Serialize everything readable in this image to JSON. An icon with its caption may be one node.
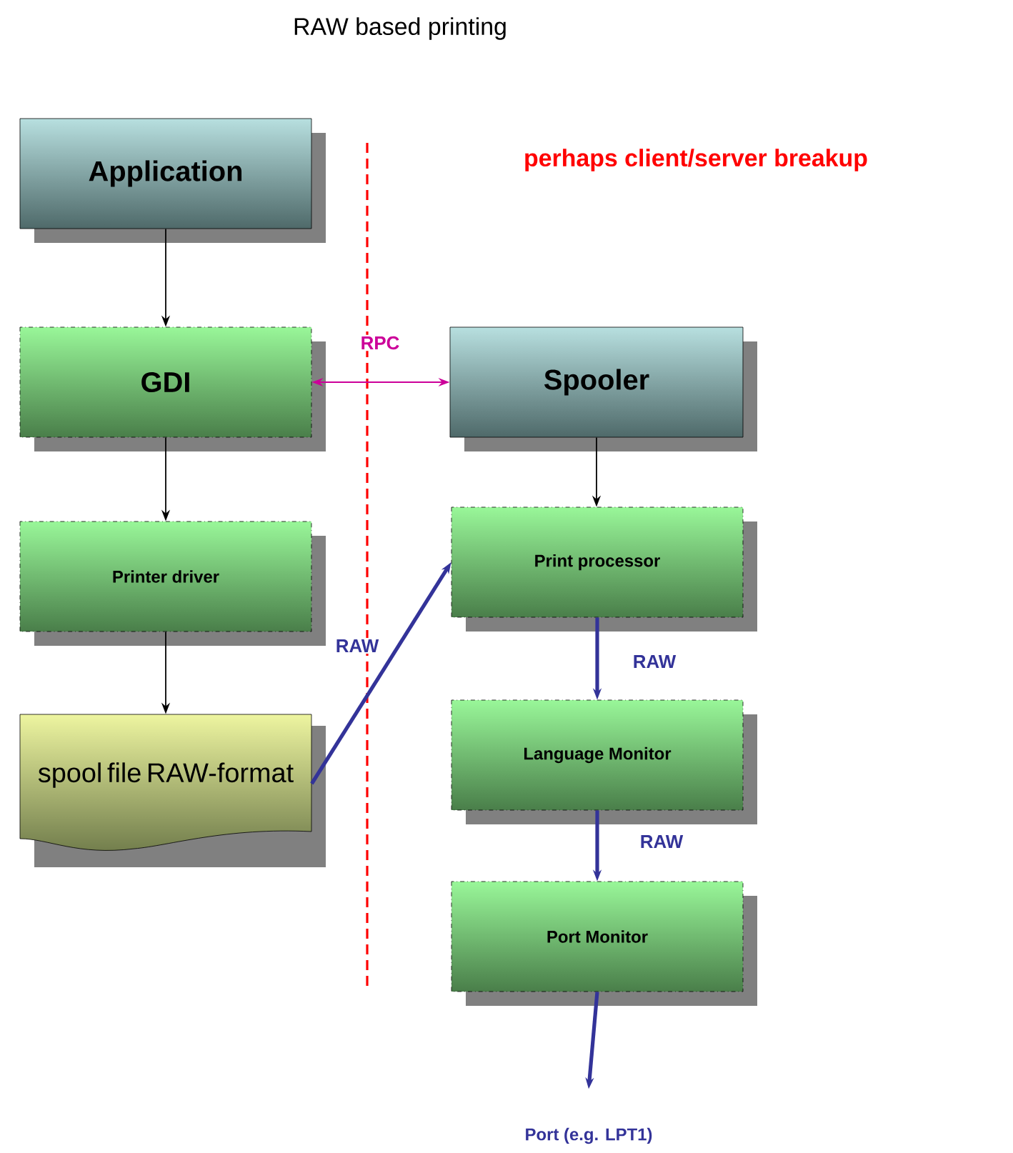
{
  "diagram": {
    "title": "RAW based printing",
    "nodes": [
      {
        "text": [
          "Application"
        ]
      },
      {
        "text": [
          "GDI"
        ]
      },
      {
        "text": [
          "Printer driver"
        ]
      },
      {
        "text": [
          "spool file RAW-format"
        ]
      },
      {
        "text": [
          "Spooler"
        ]
      },
      {
        "text": [
          "Print processor"
        ]
      },
      {
        "text": [
          "Language Monitor"
        ]
      },
      {
        "text": [
          "Port Monitor"
        ]
      },
      {
        "text": [
          "Port (e.g. LPT1)"
        ]
      }
    ],
    "edges": [
      {
        "from": 0,
        "to": 1,
        "arrow": "to"
      },
      {
        "from": 1,
        "to": 2,
        "arrow": "to"
      },
      {
        "from": 2,
        "to": 3,
        "arrow": "to"
      },
      {
        "from": 1,
        "to": 4,
        "arrow": "both",
        "label": "RPC",
        "color": "#cc0099"
      },
      {
        "from": 3,
        "to": 5,
        "arrow": "to",
        "label": "RAW",
        "style": "thick",
        "color": "#333399"
      },
      {
        "from": 4,
        "to": 5,
        "arrow": "to"
      },
      {
        "from": 5,
        "to": 6,
        "arrow": "to",
        "label": "RAW",
        "style": "thick",
        "color": "#333399"
      },
      {
        "from": 6,
        "to": 7,
        "arrow": "to",
        "label": "RAW",
        "style": "thick",
        "color": "#333399"
      },
      {
        "from": 7,
        "to": 8,
        "arrow": "to",
        "style": "thick",
        "color": "#333399"
      }
    ],
    "labels": [
      "perhaps client/server breakup"
    ]
  }
}
